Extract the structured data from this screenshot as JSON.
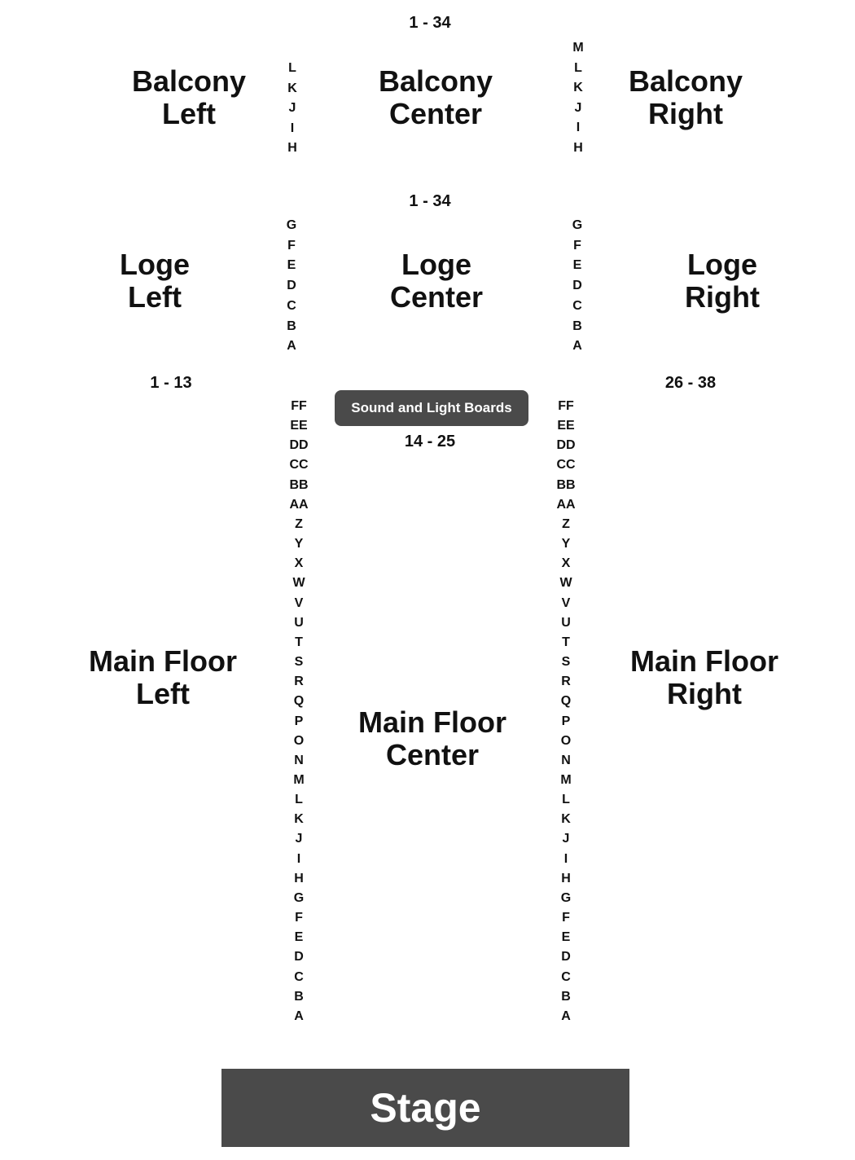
{
  "balcony": {
    "seat_range": "1 - 34",
    "left": {
      "line1": "Balcony",
      "line2": "Left"
    },
    "center": {
      "line1": "Balcony",
      "line2": "Center"
    },
    "right": {
      "line1": "Balcony",
      "line2": "Right"
    },
    "left_aisle_rows": [
      "L",
      "K",
      "J",
      "I",
      "H"
    ],
    "right_aisle_rows": [
      "M",
      "L",
      "K",
      "J",
      "I",
      "H"
    ]
  },
  "loge": {
    "seat_range": "1 - 34",
    "left": {
      "line1": "Loge",
      "line2": "Left"
    },
    "center": {
      "line1": "Loge",
      "line2": "Center"
    },
    "right": {
      "line1": "Loge",
      "line2": "Right"
    },
    "left_aisle_rows": [
      "G",
      "F",
      "E",
      "D",
      "C",
      "B",
      "A"
    ],
    "right_aisle_rows": [
      "G",
      "F",
      "E",
      "D",
      "C",
      "B",
      "A"
    ]
  },
  "main_floor": {
    "left_range": "1 - 13",
    "center_range": "14 - 25",
    "right_range": "26 - 38",
    "left": {
      "line1": "Main Floor",
      "line2": "Left"
    },
    "center": {
      "line1": "Main Floor",
      "line2": "Center"
    },
    "right": {
      "line1": "Main Floor",
      "line2": "Right"
    },
    "left_aisle_rows": [
      "FF",
      "EE",
      "DD",
      "CC",
      "BB",
      "AA",
      "Z",
      "Y",
      "X",
      "W",
      "V",
      "U",
      "T",
      "S",
      "R",
      "Q",
      "P",
      "O",
      "N",
      "M",
      "L",
      "K",
      "J",
      "I",
      "H",
      "G",
      "F",
      "E",
      "D",
      "C",
      "B",
      "A"
    ],
    "right_aisle_rows": [
      "FF",
      "EE",
      "DD",
      "CC",
      "BB",
      "AA",
      "Z",
      "Y",
      "X",
      "W",
      "V",
      "U",
      "T",
      "S",
      "R",
      "Q",
      "P",
      "O",
      "N",
      "M",
      "L",
      "K",
      "J",
      "I",
      "H",
      "G",
      "F",
      "E",
      "D",
      "C",
      "B",
      "A"
    ]
  },
  "sound_board": {
    "label": "Sound and Light Boards"
  },
  "stage": {
    "label": "Stage"
  }
}
